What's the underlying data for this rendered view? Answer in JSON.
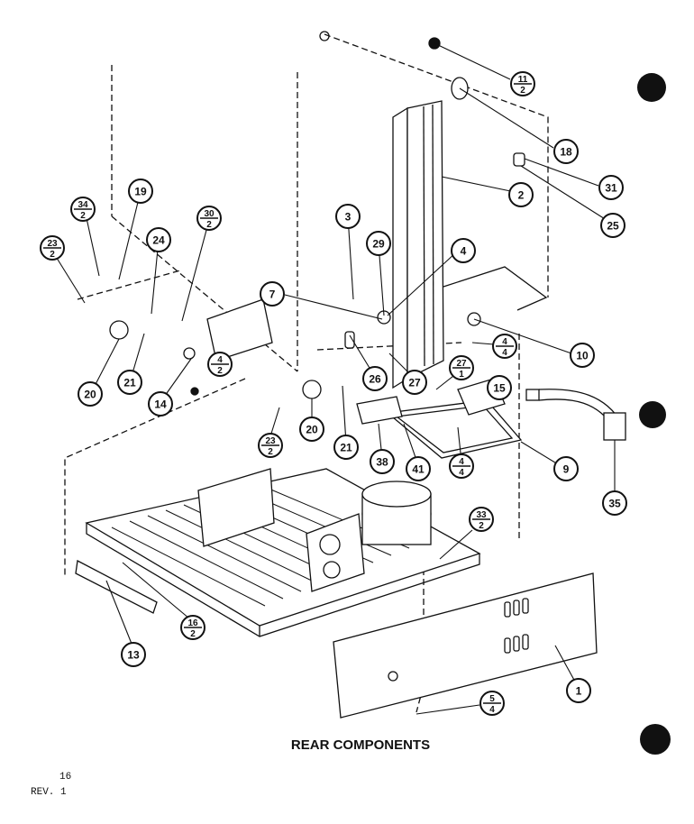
{
  "caption": "REAR COMPONENTS",
  "page_number": "16",
  "revision": "REV. 1",
  "callouts": [
    {
      "id": "c-11-2",
      "top": "11",
      "bottom": "2"
    },
    {
      "id": "c-18",
      "top": "18"
    },
    {
      "id": "c-31",
      "top": "31"
    },
    {
      "id": "c-2",
      "top": "2"
    },
    {
      "id": "c-25",
      "top": "25"
    },
    {
      "id": "c-3",
      "top": "3"
    },
    {
      "id": "c-29",
      "top": "29"
    },
    {
      "id": "c-4",
      "top": "4"
    },
    {
      "id": "c-7",
      "top": "7"
    },
    {
      "id": "c-10",
      "top": "10"
    },
    {
      "id": "c-4-4a",
      "top": "4",
      "bottom": "4"
    },
    {
      "id": "c-19",
      "top": "19"
    },
    {
      "id": "c-34-2",
      "top": "34",
      "bottom": "2"
    },
    {
      "id": "c-23-2a",
      "top": "23",
      "bottom": "2"
    },
    {
      "id": "c-24",
      "top": "24"
    },
    {
      "id": "c-30-2",
      "top": "30",
      "bottom": "2"
    },
    {
      "id": "c-26",
      "top": "26"
    },
    {
      "id": "c-27",
      "top": "27"
    },
    {
      "id": "c-27-1",
      "top": "27",
      "bottom": "1"
    },
    {
      "id": "c-15",
      "top": "15"
    },
    {
      "id": "c-20a",
      "top": "20"
    },
    {
      "id": "c-21a",
      "top": "21"
    },
    {
      "id": "c-14",
      "top": "14"
    },
    {
      "id": "c-4-2",
      "top": "4",
      "bottom": "2"
    },
    {
      "id": "c-20b",
      "top": "20"
    },
    {
      "id": "c-21b",
      "top": "21"
    },
    {
      "id": "c-23-2b",
      "top": "23",
      "bottom": "2"
    },
    {
      "id": "c-38",
      "top": "38"
    },
    {
      "id": "c-41",
      "top": "41"
    },
    {
      "id": "c-4-4b",
      "top": "4",
      "bottom": "4"
    },
    {
      "id": "c-9",
      "top": "9"
    },
    {
      "id": "c-35",
      "top": "35"
    },
    {
      "id": "c-33-2",
      "top": "33",
      "bottom": "2"
    },
    {
      "id": "c-16-2",
      "top": "16",
      "bottom": "2"
    },
    {
      "id": "c-13",
      "top": "13"
    },
    {
      "id": "c-1",
      "top": "1"
    },
    {
      "id": "c-5-4",
      "top": "5",
      "bottom": "4"
    }
  ]
}
